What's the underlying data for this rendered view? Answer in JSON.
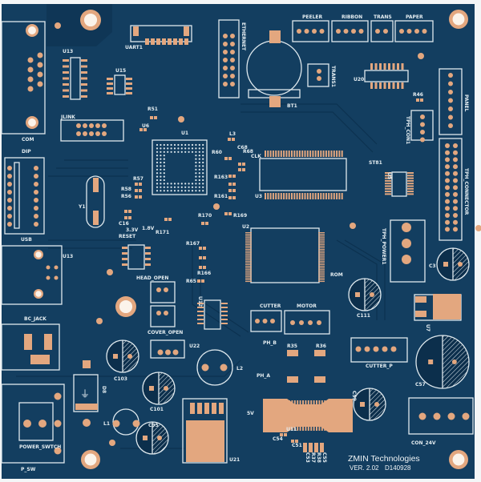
{
  "board": {
    "vendor": "ZMIN Technologies",
    "version": "VER. 2.02",
    "date_code": "D140928",
    "colors": {
      "solder_mask": "#133e60",
      "copper": "#e3a77f",
      "silkscreen": "#e4edf1"
    }
  },
  "labels": {
    "com": "COM",
    "dip": "DIP",
    "usb": "USB",
    "dc_jack": "BC_JACK",
    "power_switch": "POWER_SWTCH",
    "p_sw": "P_SW",
    "uart1": "UART1",
    "u13": "U13",
    "u15": "U15",
    "jlink": "JLINK",
    "r51": "R51",
    "u6": "U6",
    "u1": "U1",
    "ethernet": "ETHERNET",
    "bt1": "BT1",
    "peeler": "PEELER",
    "ribbon": "RIBBON",
    "trans": "TRANS",
    "paper": "PAPER",
    "trans1": "TRANS1",
    "u20": "U20",
    "r46": "R46",
    "panel": "PANEL",
    "tph_con1": "TPH_CON1",
    "tph_connector": "TPH_CONNECTOR",
    "l3": "L3",
    "c68": "C68",
    "r60": "R60",
    "r68": "R68",
    "clk": "CLK",
    "r163": "R163",
    "r161": "R161",
    "u3": "U3",
    "st81": "ST81",
    "u5": "U5",
    "r57": "R57",
    "r58": "R58",
    "r56": "R56",
    "y1": "Y1",
    "c16": "C16",
    "v33": "3.3V",
    "v18": "1.8V",
    "reset": "RESET",
    "r171": "R171",
    "r170": "R170",
    "r169": "R169",
    "r167": "R167",
    "r166": "R166",
    "r65": "R65",
    "u2": "U2",
    "rom": "ROM",
    "tph_power1": "TPH_POWER1",
    "c3": "C3",
    "u13b": "U13",
    "head_open": "HEAD_OPEN",
    "cover_open": "COVER_OPEN",
    "u12": "U12",
    "u7": "U7",
    "c111": "C111",
    "cutter": "CUTTER",
    "motor": "MOTOR",
    "ph_b": "PH_B",
    "ph_a": "PH_A",
    "r35": "R35",
    "r36": "R36",
    "cutter_p": "CUTTER_P",
    "c57": "C57",
    "u22": "U22",
    "l2": "L2",
    "c103": "C103",
    "c101": "C101",
    "d8": "D8",
    "l1": "L1",
    "c95": "C95",
    "u21": "U21",
    "v5": "5V",
    "c59": "C59",
    "u11": "U11",
    "c54": "C54",
    "c51": "C51",
    "c53": "C53",
    "r37": "R37",
    "r38": "R38",
    "c55": "C55",
    "con_24v": "CON_24V"
  }
}
